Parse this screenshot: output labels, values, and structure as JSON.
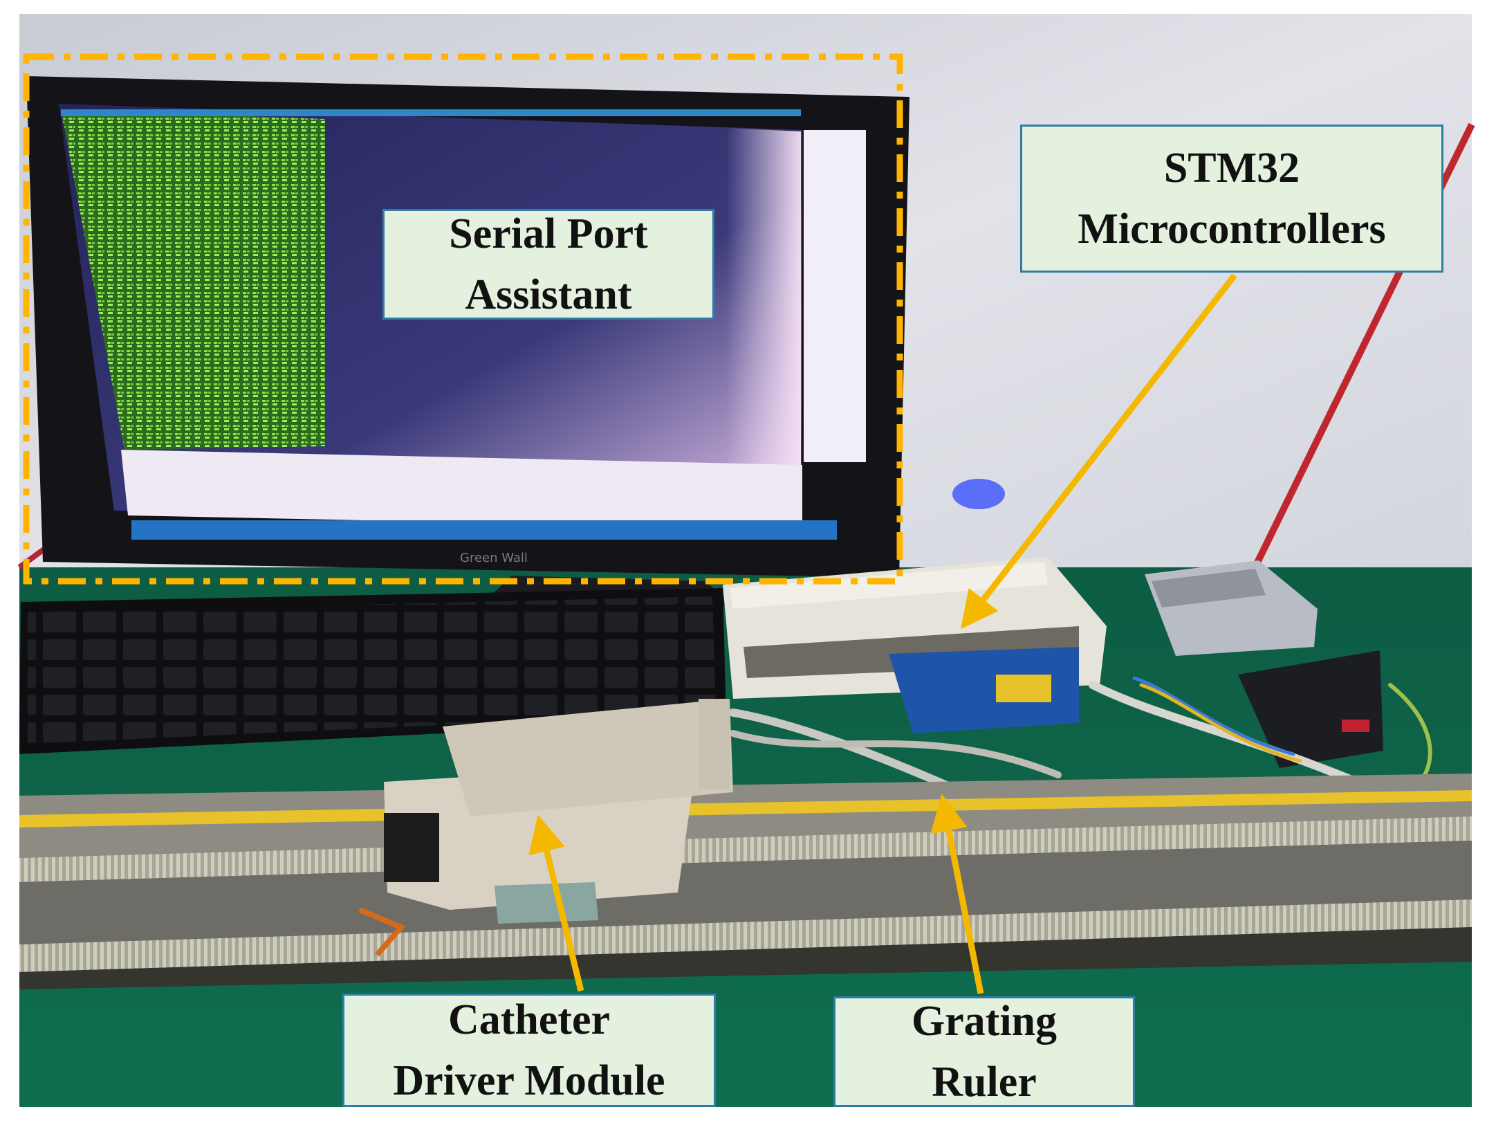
{
  "figure": {
    "colors": {
      "highlight_box": "#ffb400",
      "arrow": "#f5b800",
      "callout_fill": "#e3f1de",
      "callout_border": "#2e7da6",
      "table_surface": "#0f6a4c",
      "wall": "#dcdde4",
      "screen": "#2f2e6a",
      "serial_text": "#7bd13a"
    },
    "labels": {
      "serial_port": {
        "line1": "Serial Port",
        "line2": "Assistant"
      },
      "stm32": {
        "line1": "STM32",
        "line2": "Microcontrollers"
      },
      "catheter": {
        "line1": "Catheter",
        "line2": "Driver Module"
      },
      "grating": {
        "line1": "Grating",
        "line2": "Ruler"
      }
    },
    "monitor_brand": "Green Wall",
    "photo_content": [
      "monitor-running-serial-port-assistant",
      "keyboard",
      "stm32-controller-box",
      "power-supply",
      "motor-driver",
      "catheter-driver-module",
      "linear-rail-with-grating-ruler",
      "cables"
    ]
  }
}
